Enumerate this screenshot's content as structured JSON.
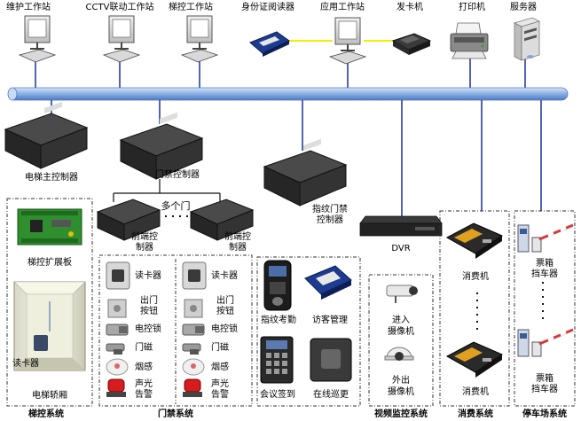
{
  "workstations": {
    "maintenance": "维护工作站",
    "cctv": "CCTV联动工作站",
    "elevator_control": "梯控工作站",
    "id_reader": "身份证阅读器",
    "application": "应用工作站",
    "card_issuer": "发卡机",
    "printer": "打印机",
    "server": "服务器"
  },
  "controllers": {
    "elevator_main": "电梯主控制器",
    "access": "门禁控制器",
    "multi_door": "多个门",
    "front_left": [
      "前端控",
      "制器"
    ],
    "front_right": [
      "前端控",
      "制器"
    ],
    "fingerprint": [
      "指纹门禁",
      "控制器"
    ],
    "dvr": "DVR"
  },
  "elevator_box": {
    "expansion_board": "梯控扩展板",
    "card_reader": "读卡器",
    "car": "电梯轿厢",
    "system": "梯控系统"
  },
  "access_box": {
    "left": [
      "读卡器",
      "出门",
      "按钮",
      "电控锁",
      "门磁",
      "烟感",
      "声光",
      "告警"
    ],
    "right": [
      "读卡器",
      "出门",
      "按钮",
      "电控锁",
      "门磁",
      "烟感",
      "声光",
      "告警"
    ],
    "system": "门禁系统"
  },
  "finger_box": {
    "fp_attendance": "指纹考勤",
    "visitor": "访客管理",
    "meeting": "会议签到",
    "patrol": "在线巡更"
  },
  "video_box": {
    "cam_in": [
      "进入",
      "摄像机"
    ],
    "cam_out": [
      "外出",
      "摄像机"
    ],
    "system": "视频监控系统"
  },
  "consume_box": {
    "pos1": "消费机",
    "pos2": "消费机",
    "system": "消费系统"
  },
  "parking_box": {
    "gate1": [
      "票箱",
      "挡车器"
    ],
    "gate2": [
      "票箱",
      "挡车器"
    ],
    "system": "停车场系统"
  },
  "colors": {
    "bus": "#8fb4e6",
    "bus_dark": "#4f78c0",
    "link": "#1a2f9e",
    "yellow_link": "#f0f000",
    "dash": "#333333"
  }
}
